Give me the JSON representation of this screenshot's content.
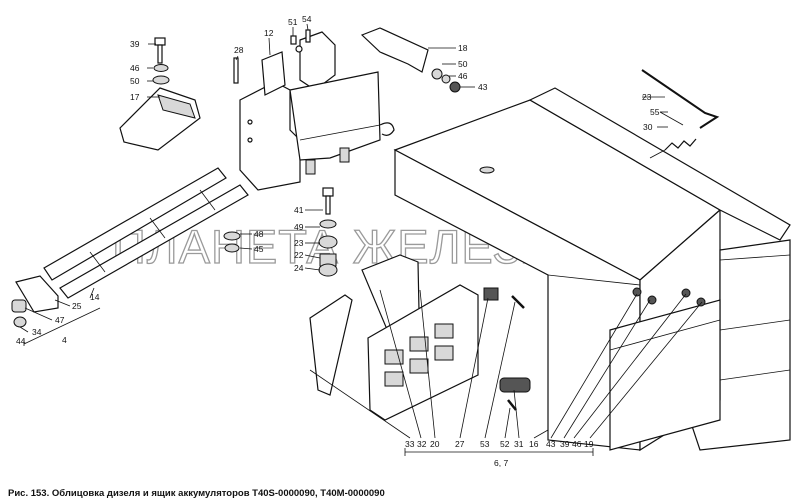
{
  "figure": {
    "caption": "Рис. 153. Облицовка дизеля и ящик аккумуляторов Т40S-0000090, Т40М-0000090",
    "watermark": "ПЛАНЕТА ЖЕЛЕЗЯКА"
  },
  "callouts": {
    "left_top": [
      "39",
      "46",
      "50",
      "17"
    ],
    "bracket_top": [
      "28",
      "12",
      "51",
      "54"
    ],
    "right_top": [
      "18",
      "50",
      "46",
      "43"
    ],
    "spring": [
      "23",
      "55",
      "30"
    ],
    "mid_column": [
      "41",
      "49",
      "23",
      "22",
      "24"
    ],
    "mid_left": [
      "48",
      "45"
    ],
    "lower_left": [
      "25",
      "47",
      "34",
      "44",
      "4",
      "14"
    ],
    "bottom_row": [
      "33",
      "32",
      "20",
      "27",
      "53",
      "52",
      "31",
      "16",
      "43",
      "39",
      "46",
      "19"
    ],
    "bottom_group": "6, 7"
  }
}
